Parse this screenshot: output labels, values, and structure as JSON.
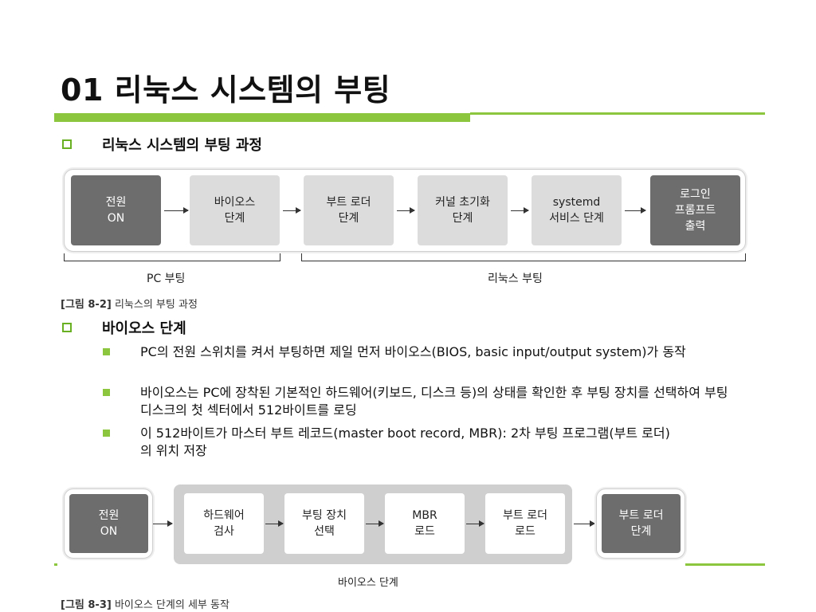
{
  "title": "01 리눅스 시스템의 부팅",
  "section1": {
    "heading": "리눅스 시스템의 부팅 과정"
  },
  "fig1": {
    "boxes": [
      {
        "text": "전원\nON"
      },
      {
        "text": "바이오스\n단계"
      },
      {
        "text": "부트 로더\n단계"
      },
      {
        "text": "커널 초기화\n단계"
      },
      {
        "text": "systemd\n서비스 단계"
      },
      {
        "text": "로그인\n프롬프트\n출력"
      }
    ],
    "group_pc": "PC 부팅",
    "group_linux": "리눅스 부팅",
    "caption_num": "[그림 8-2]",
    "caption_text": " 리눅스의 부팅 과정"
  },
  "section2": {
    "heading": "바이오스 단계",
    "bullets": [
      "PC의 전원 스위치를 켜서 부팅하면 제일 먼저 바이오스(BIOS, basic input/output system)가 동작",
      "바이오스는 PC에 장착된 기본적인 하드웨어(키보드, 디스크 등)의 상태를 확인한 후 부팅 장치를 선택하여 부팅 디스크의 첫 섹터에서 512바이트를 로딩",
      "이 512바이트가 마스터 부트 레코드(master boot record, MBR): 2차 부팅 프로그램(부트 로더)의 위치 저장"
    ]
  },
  "fig2": {
    "boxes": [
      {
        "text": "전원\nON"
      },
      {
        "text": "하드웨어\n검사"
      },
      {
        "text": "부팅 장치\n선택"
      },
      {
        "text": "MBR\n로드"
      },
      {
        "text": "부트 로더\n로드"
      },
      {
        "text": "부트 로더\n단계"
      }
    ],
    "group_label": "바이오스 단계",
    "caption_num": "[그림 8-3]",
    "caption_text": " 바이오스 단계의 세부 동작"
  },
  "colors": {
    "accent": "#8cc63f",
    "dark_box": "#6d6d6d",
    "light_box": "#dcdcdc"
  }
}
